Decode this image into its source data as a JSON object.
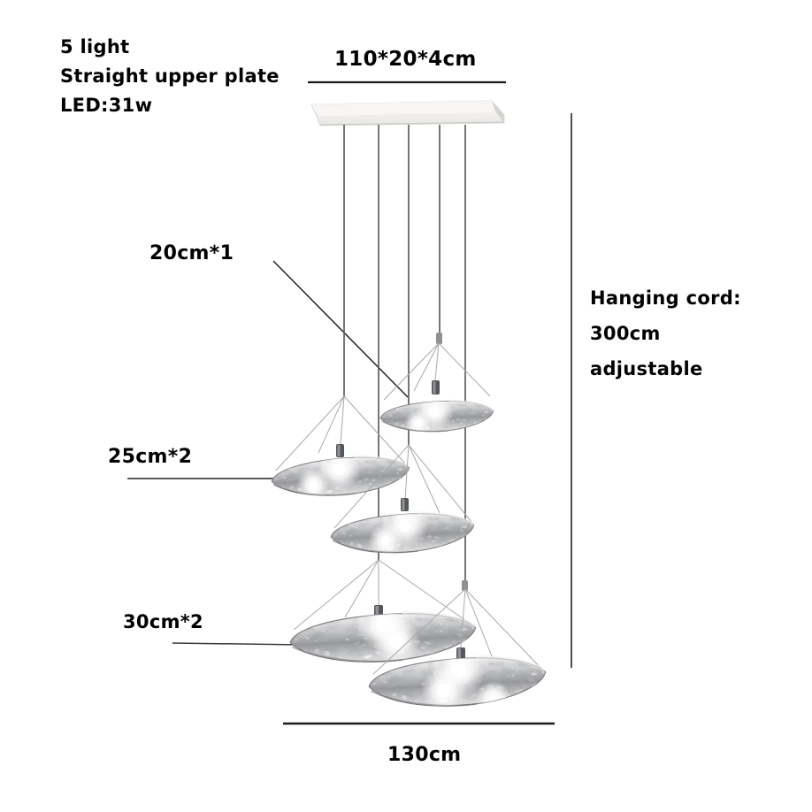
{
  "diagram": {
    "type": "product-dimension-diagram",
    "product": "5-light staircase chandelier with glass dish shades",
    "labels": {
      "spec_lines": [
        "5 light",
        "Straight upper plate",
        "LED:31w"
      ],
      "plate_size": "110*20*4cm",
      "small_shade": "20cm*1",
      "hanging_cord_lines": [
        "Hanging cord:",
        "300cm",
        "adjustable"
      ],
      "medium_shade": "25cm*2",
      "large_shade": "30cm*2",
      "overall_width": "130cm"
    },
    "colors": {
      "background": "#ffffff",
      "text": "#000000",
      "dimension_line": "#1a1a1a",
      "cord": "#5e5e5e",
      "wire": "#a7a9ab",
      "plate": "#f3f2ef",
      "shade_metal": "#97989b"
    }
  }
}
